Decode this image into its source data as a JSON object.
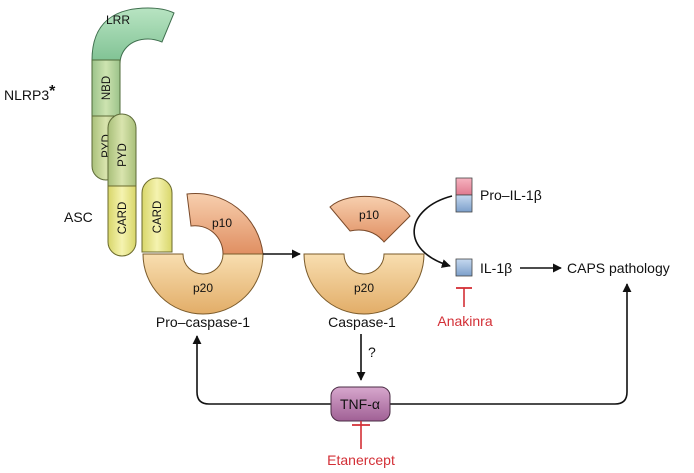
{
  "labels": {
    "nlrp3": "NLRP3",
    "nlrp3_star": "*",
    "asc": "ASC",
    "lrr": "LRR",
    "nbd": "NBD",
    "pyd_nlrp3": "PYD",
    "pyd_asc": "PYD",
    "card_asc": "CARD",
    "card_pro": "CARD",
    "p10_pro": "p10",
    "p20_pro": "p20",
    "p10_casp": "p10",
    "p20_casp": "p20",
    "pro_caspase": "Pro–caspase-1",
    "caspase": "Caspase-1",
    "pro_il1b": "Pro–IL-1β",
    "il1b": "IL-1β",
    "caps": "CAPS pathology",
    "anakinra": "Anakinra",
    "tnf": "TNF-α",
    "etanercept": "Etanercept",
    "question": "?"
  },
  "colors": {
    "lrr": "#8fcf9f",
    "nbd": "#b2d08e",
    "pyd": "#c3d38c",
    "card": "#e8e77e",
    "p10": "#e9a47a",
    "p20": "#f0c98c",
    "pro_il1b_top": "#ec8a9c",
    "il1b": "#8fb1d9",
    "tnf": "#b87cae",
    "inhibitor": "#d32f36",
    "arrow": "#111111",
    "outline": "#2b2b2b"
  }
}
